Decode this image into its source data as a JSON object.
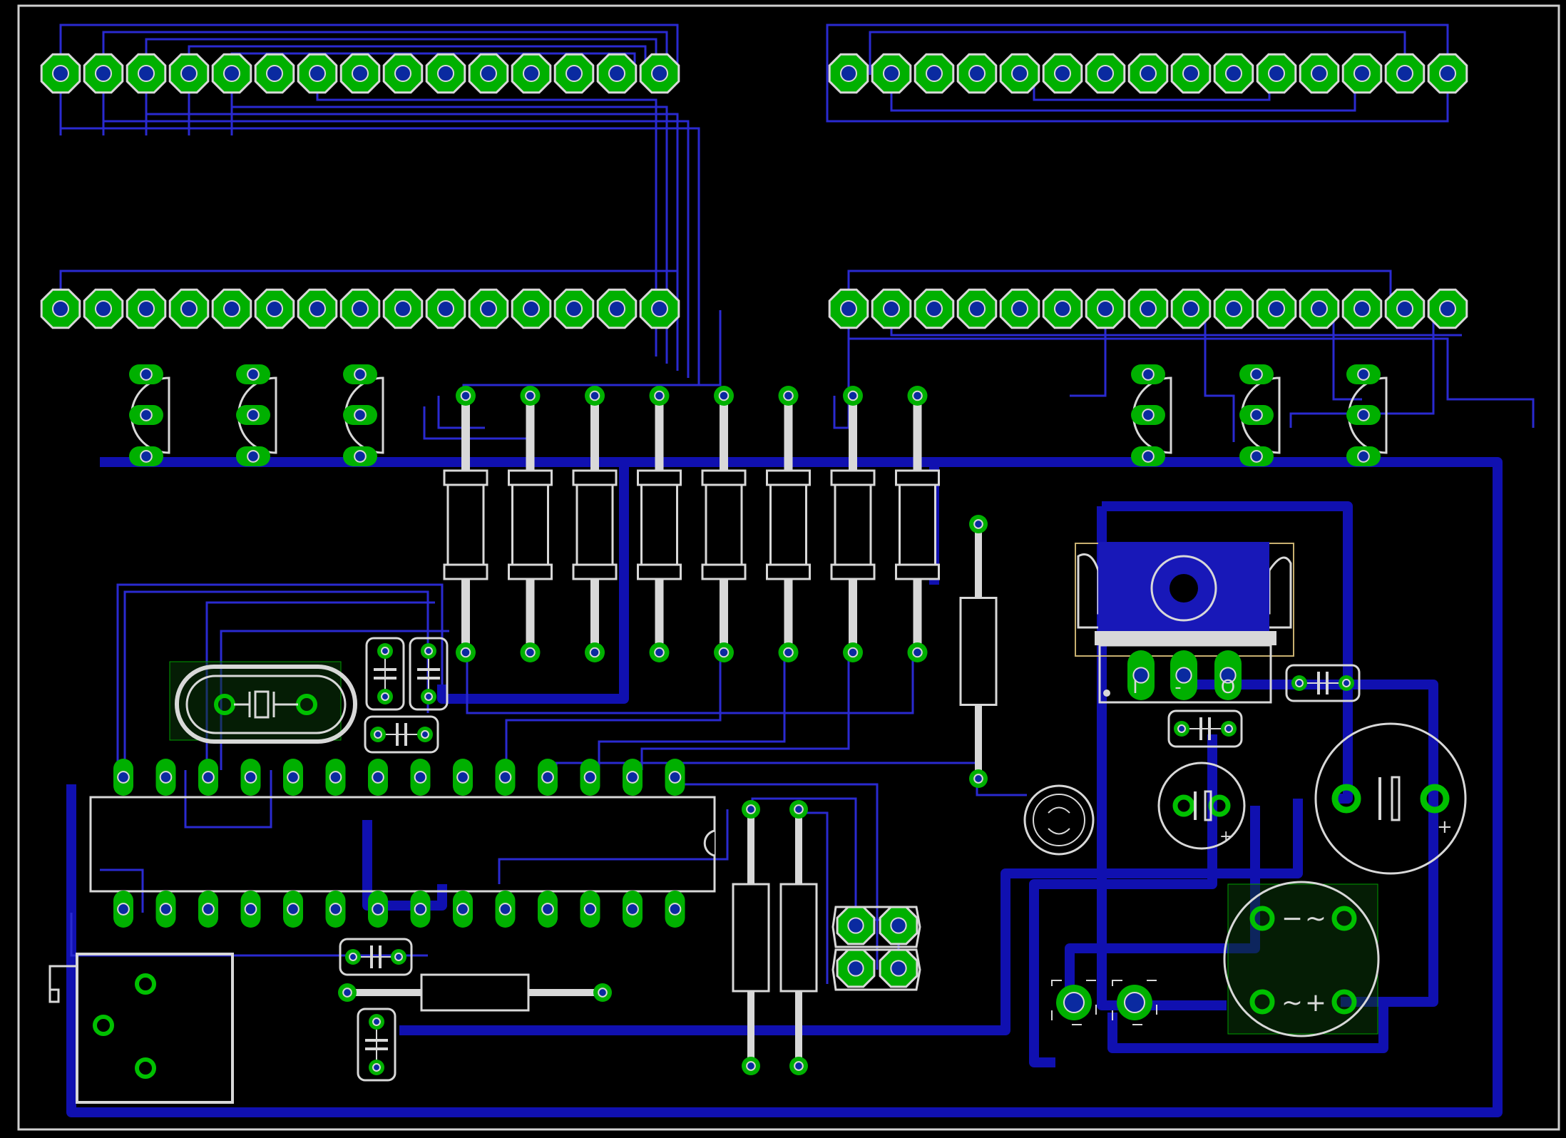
{
  "colors": {
    "background": "#000000",
    "outline": "#cfcfcf",
    "trace": "#1010b0",
    "trace_thin": "#2a2ad0",
    "pad": "#00b000",
    "drill": "#0a2aa0",
    "silk": "#d8d8d8",
    "keepout": "#c8b070"
  },
  "icons": {
    "pad": "green-pad-icon",
    "drill": "drill-hole-icon",
    "resistor": "resistor-body-icon",
    "capacitor": "capacitor-symbol-icon",
    "transistor": "to92-transistor-icon",
    "crystal": "crystal-oscillator-icon",
    "regulator": "voltage-regulator-icon",
    "bridge": "bridge-rectifier-icon",
    "led": "led-icon"
  },
  "regulator": {
    "pin_labels": [
      "I",
      "-",
      "O"
    ]
  },
  "bridge_rectifier": {
    "labels": [
      "−",
      "~",
      "~",
      "+"
    ]
  },
  "electrolytic_caps": {
    "polarity_label": "+"
  },
  "header_rows": [
    {
      "name": "top-left",
      "count": 15
    },
    {
      "name": "top-right",
      "count": 15
    },
    {
      "name": "mid-left",
      "count": 15
    },
    {
      "name": "mid-right",
      "count": 15
    }
  ],
  "microcontroller": {
    "pins_per_side": 14
  },
  "resistor_bank": {
    "count": 8
  }
}
